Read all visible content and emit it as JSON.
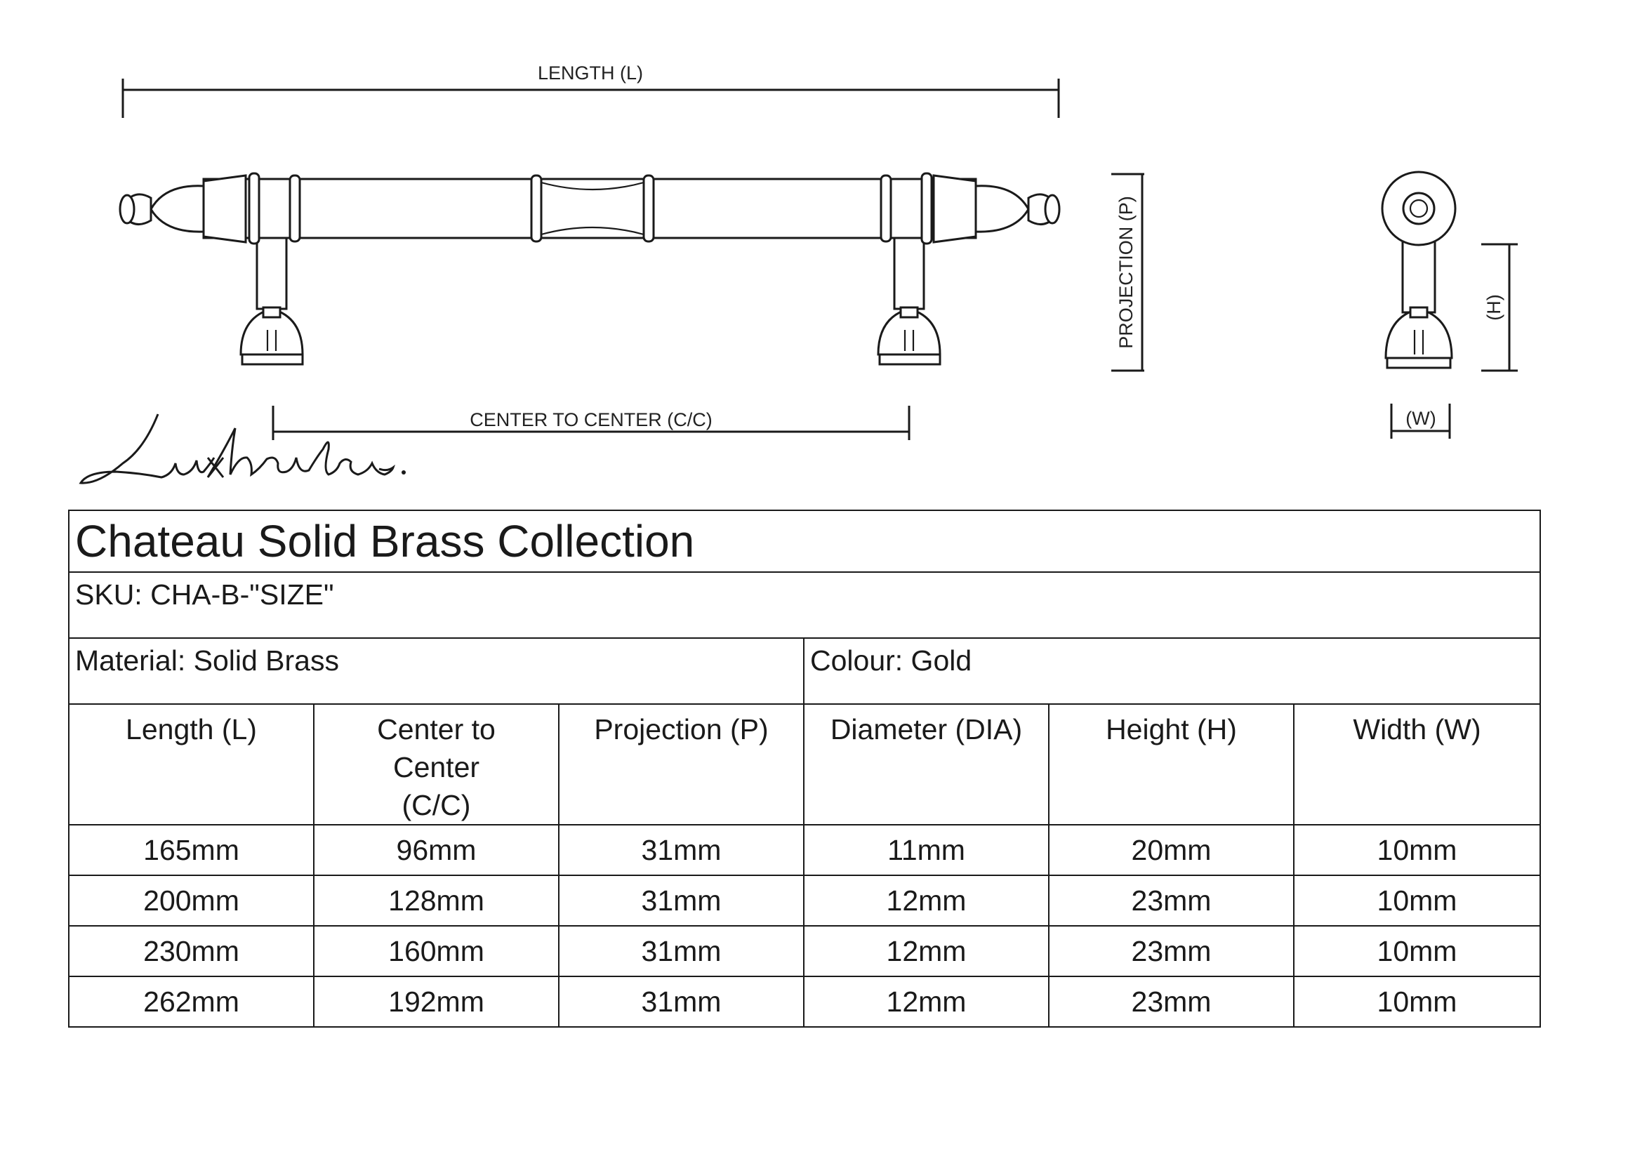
{
  "dimensions": {
    "length": "LENGTH (L)",
    "center_to_center": "CENTER TO CENTER (C/C)",
    "projection": "PROJECTION (P)",
    "height": "(H)",
    "width": "(W)"
  },
  "signature": "Luxhandles.",
  "spec": {
    "title": "Chateau Solid Brass Collection",
    "sku": "SKU: CHA-B-\"SIZE\"",
    "material": "Material: Solid Brass",
    "colour": "Colour: Gold",
    "headers": [
      "Length (L)",
      "Center to Center (C/C)",
      "Projection (P)",
      "Diameter (DIA)",
      "Height (H)",
      "Width (W)"
    ],
    "rows": [
      [
        "165mm",
        "96mm",
        "31mm",
        "11mm",
        "20mm",
        "10mm"
      ],
      [
        "200mm",
        "128mm",
        "31mm",
        "12mm",
        "23mm",
        "10mm"
      ],
      [
        "230mm",
        "160mm",
        "31mm",
        "12mm",
        "23mm",
        "10mm"
      ],
      [
        "262mm",
        "192mm",
        "31mm",
        "12mm",
        "23mm",
        "10mm"
      ]
    ]
  },
  "colors": {
    "line": "#1a1a1a",
    "background": "#ffffff"
  }
}
